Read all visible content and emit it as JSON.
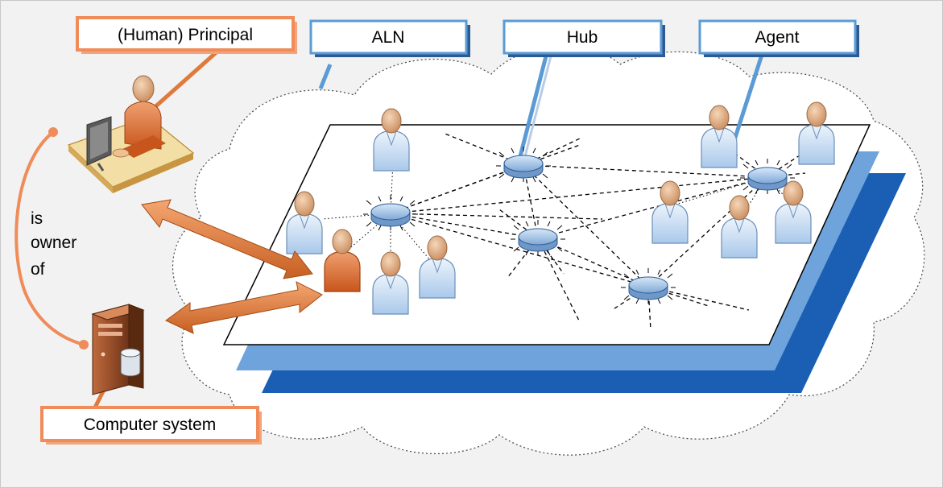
{
  "labels": {
    "principal": "(Human) Principal",
    "aln": "ALN",
    "hub": "Hub",
    "agent": "Agent",
    "computer": "Computer system"
  },
  "relation": [
    "is",
    "owner",
    "of"
  ],
  "colors": {
    "orange_accent": "#ef8c5a",
    "blue_accent": "#5b9bd5",
    "layer_dark": "#1a5fb4",
    "layer_light": "#6fa3dc",
    "arrow": "#e07a3c"
  },
  "icons": [
    "cloud-icon",
    "person-icon",
    "hub-icon",
    "workstation-icon",
    "server-icon"
  ]
}
